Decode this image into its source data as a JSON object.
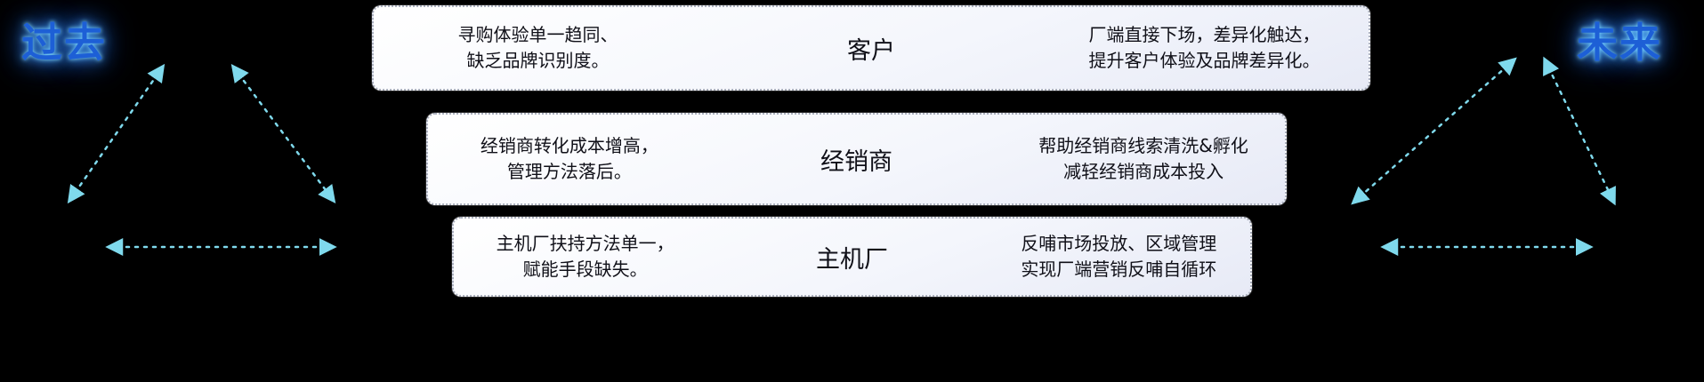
{
  "labels": {
    "past": "过去",
    "future": "未来"
  },
  "rows": [
    {
      "id": "customer",
      "left": "寻购体验单一趋同、\n缺乏品牌识别度。",
      "center": "客户",
      "right": "厂端直接下场，差异化触达，\n提升客户体验及品牌差异化。"
    },
    {
      "id": "dealer",
      "left": "经销商转化成本增高，\n管理方法落后。",
      "center": "经销商",
      "right": "帮助经销商线索清洗&孵化\n减轻经销商成本投入"
    },
    {
      "id": "oem",
      "left": "主机厂扶持方法单一，\n赋能手段缺失。",
      "center": "主机厂",
      "right": "反哺市场投放、区域管理\n实现厂端营销反哺自循环"
    }
  ],
  "colors": {
    "background": "#000000",
    "arrow": "#7fd9ec",
    "era_label_text": "#1d5fd6",
    "era_label_glow": "#49a6ff",
    "box_background_top": "#ffffff",
    "box_background_bottom": "#e7eaf6",
    "box_border": "#a9aebc",
    "box_text": "#101018"
  }
}
